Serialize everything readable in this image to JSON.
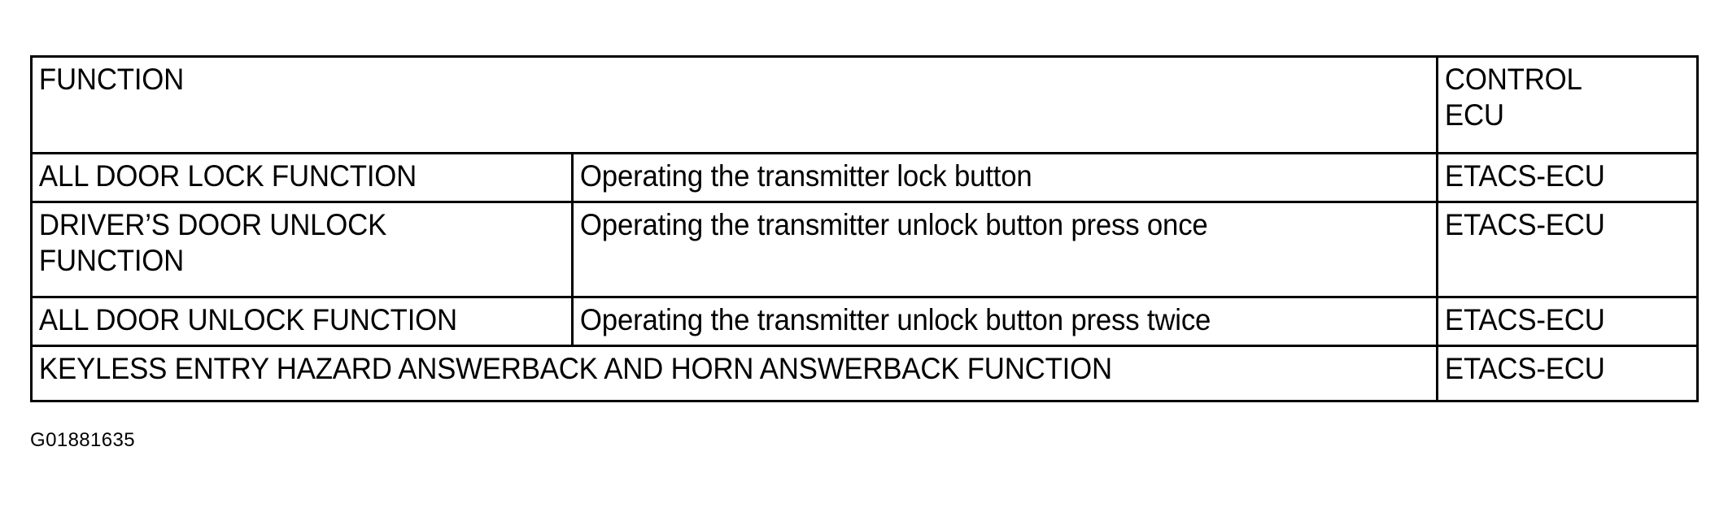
{
  "table": {
    "headers": {
      "function": "FUNCTION",
      "control_ecu": "CONTROL\nECU"
    },
    "rows": [
      {
        "function": "ALL DOOR LOCK FUNCTION",
        "description": "Operating the transmitter lock button",
        "control_ecu": "ETACS-ECU"
      },
      {
        "function": "DRIVER’S DOOR UNLOCK\nFUNCTION",
        "description": "Operating the transmitter unlock button press once",
        "control_ecu": "ETACS-ECU"
      },
      {
        "function": "ALL DOOR UNLOCK FUNCTION",
        "description": "Operating the transmitter unlock button press twice",
        "control_ecu": "ETACS-ECU"
      },
      {
        "function": "KEYLESS ENTRY HAZARD ANSWERBACK AND HORN ANSWERBACK FUNCTION",
        "description": null,
        "control_ecu": "ETACS-ECU"
      }
    ]
  },
  "caption": "G01881635",
  "colors": {
    "border": "#000000",
    "text": "#000000",
    "background": "#ffffff"
  }
}
